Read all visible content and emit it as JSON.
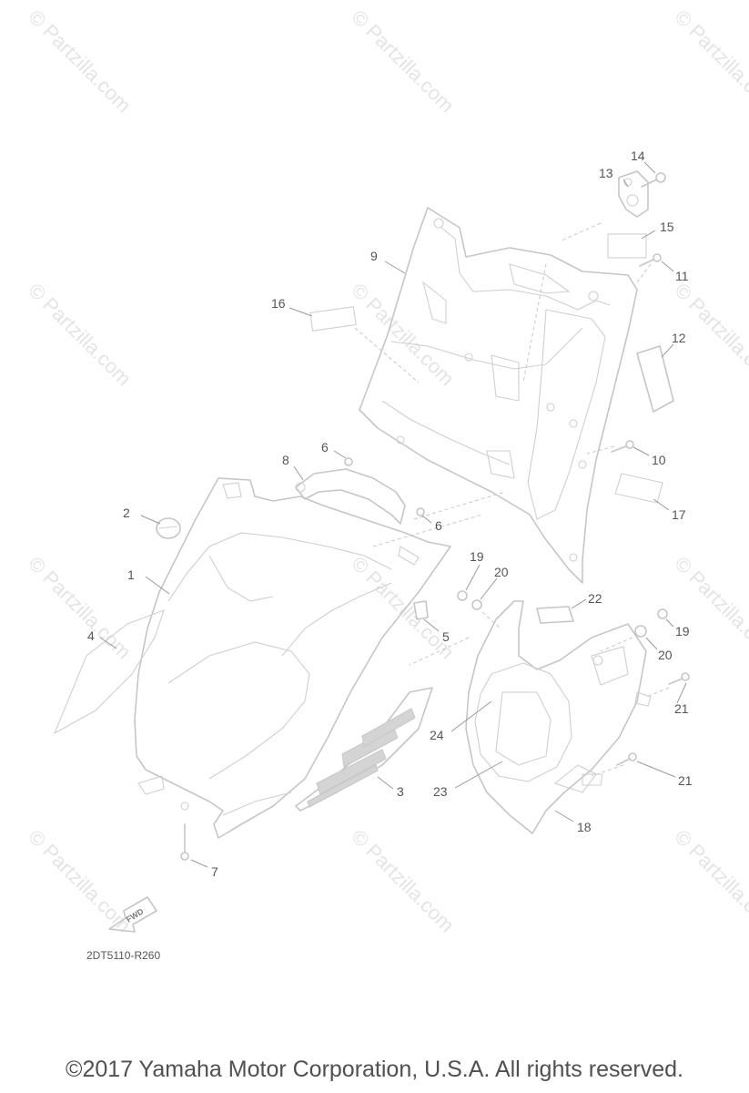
{
  "diagram": {
    "watermark": "© Partzilla.com",
    "drawing_code": "2DT5110-R260",
    "fwd_label": "FWD",
    "callouts": [
      "1",
      "2",
      "3",
      "4",
      "5",
      "6",
      "6",
      "7",
      "8",
      "9",
      "10",
      "11",
      "12",
      "13",
      "14",
      "15",
      "16",
      "17",
      "18",
      "19",
      "19",
      "20",
      "20",
      "21",
      "21",
      "22",
      "23",
      "24"
    ]
  },
  "footer": {
    "copyright": "©2017  Yamaha Motor Corporation, U.S.A. All rights reserved."
  }
}
